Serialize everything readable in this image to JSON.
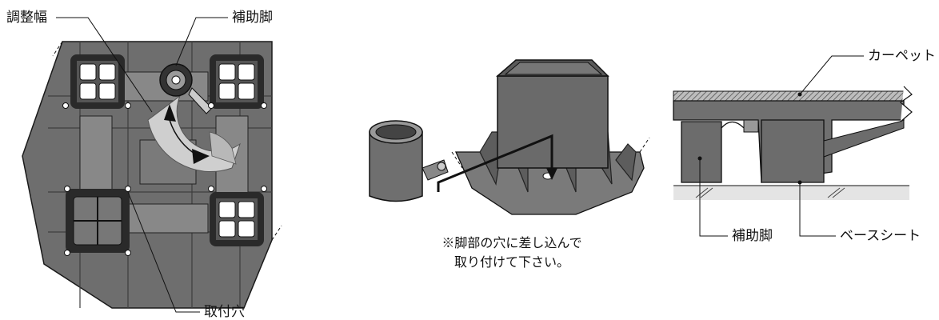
{
  "left_panel": {
    "label_adjust_width": "調整幅",
    "label_aux_leg": "補助脚",
    "label_mount_hole": "取付穴"
  },
  "center_panel": {
    "note_line1": "※脚部の穴に差し込んで",
    "note_line2": "取り付けて下さい。"
  },
  "right_panel": {
    "label_carpet": "カーペット",
    "label_aux_leg": "補助脚",
    "label_base_sheet": "ベースシート"
  },
  "colors": {
    "panel_dark": "#6e6e6e",
    "panel_mid": "#8a8a8a",
    "panel_light": "#b0b0b0",
    "highlight": "#cfcfcf",
    "outline": "#1a1a1a",
    "hatch": "#444444"
  }
}
